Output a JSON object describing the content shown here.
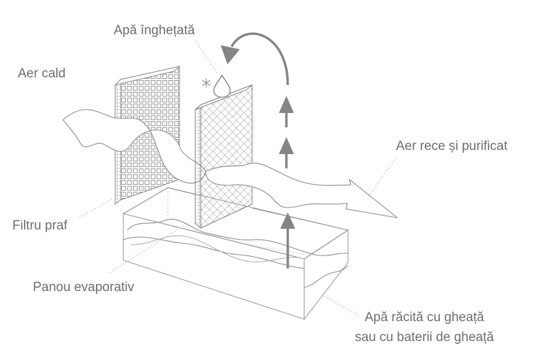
{
  "labels": {
    "frozen_water": "Apă înghețată",
    "warm_air": "Aer cald",
    "cold_air": "Aer rece și purificat",
    "dust_filter": "Filtru praf",
    "evap_panel": "Panou evaporativ",
    "water_line1": "Apă răcită cu gheață",
    "water_line2": "sau cu baterii de gheață"
  },
  "colors": {
    "line": "#9e9e9e",
    "dark_line": "#7a7a7a",
    "arrow": "#858585",
    "text": "#6d6d6d"
  }
}
